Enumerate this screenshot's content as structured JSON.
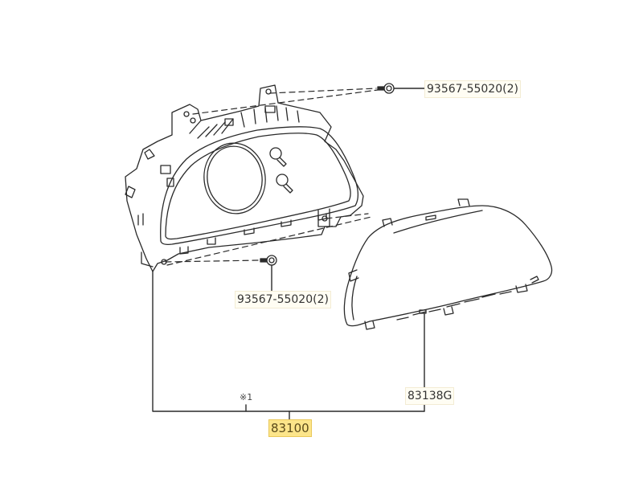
{
  "diagram": {
    "type": "exploded-parts-diagram",
    "subject": "Combination meter (instrument cluster) assembly",
    "colors": {
      "line": "#2a2a2a",
      "highlight_fill": "#fce58a",
      "highlight_border": "#e9c85a",
      "label_fill": "#fffdf3"
    },
    "parts": [
      {
        "id": "screw-upper",
        "part_number": "93567-55020(2)",
        "description": "screw, upper"
      },
      {
        "id": "screw-lower",
        "part_number": "93567-55020(2)",
        "description": "screw, lower"
      },
      {
        "id": "glass-cover",
        "part_number": "83138G",
        "description": "meter glass / cover"
      },
      {
        "id": "meter-assembly",
        "part_number": "83100",
        "description": "meter assembly, combination",
        "highlighted": true
      }
    ],
    "notes": [
      {
        "id": "note-1",
        "text": "※1"
      }
    ]
  },
  "labels": {
    "screw_upper": "93567-55020(2)",
    "screw_lower": "93567-55020(2)",
    "glass": "83138G",
    "assembly": "83100",
    "note": "※1"
  }
}
